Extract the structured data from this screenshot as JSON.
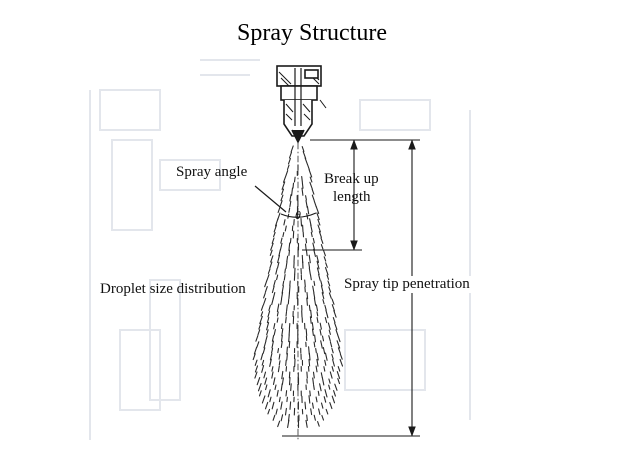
{
  "title": "Spray Structure",
  "labels": {
    "spray_angle": "Spray angle",
    "break_up_line1": "Break up",
    "break_up_line2": "length",
    "theta": "θ",
    "droplet_size": "Droplet size distribution",
    "spray_tip": "Spray tip penetration"
  },
  "colors": {
    "ink": "#1a1a1a",
    "ghost": "#e6e9ee",
    "background": "#ffffff"
  }
}
